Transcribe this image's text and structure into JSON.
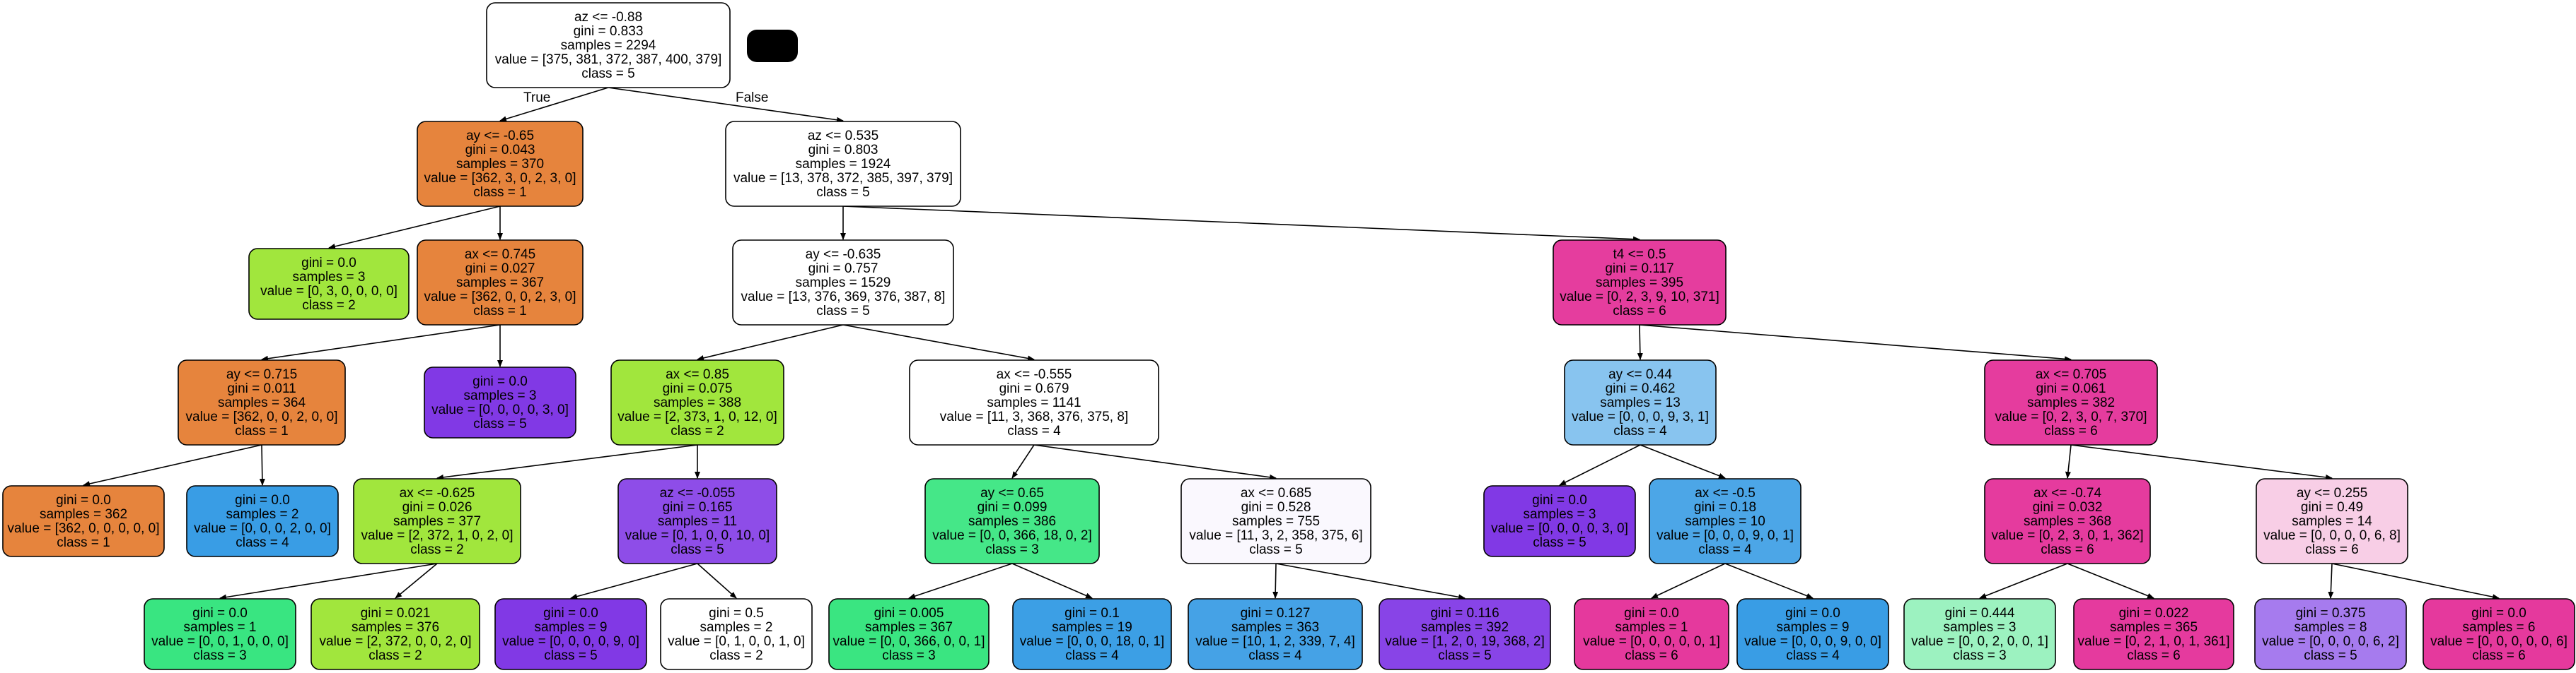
{
  "tree": {
    "nodes": [
      {
        "id": "n0",
        "color": "#ffffff",
        "lines": [
          "az <= -0.88",
          "gini = 0.833",
          "samples = 2294",
          "value = [375, 381, 372, 387, 400, 379]",
          "class = 5"
        ]
      },
      {
        "id": "n1",
        "color": "#e6843d",
        "lines": [
          "ay <= -0.65",
          "gini = 0.043",
          "samples = 370",
          "value = [362, 3, 0, 2, 3, 0]",
          "class = 1"
        ]
      },
      {
        "id": "n2",
        "color": "#a1e63d",
        "lines": [
          "gini = 0.0",
          "samples = 3",
          "value = [0, 3, 0, 0, 0, 0]",
          "class = 2"
        ]
      },
      {
        "id": "n3",
        "color": "#e6843d",
        "lines": [
          "ax <= 0.745",
          "gini = 0.027",
          "samples = 367",
          "value = [362, 0, 0, 2, 3, 0]",
          "class = 1"
        ]
      },
      {
        "id": "n4",
        "color": "#e6843d",
        "lines": [
          "ay <= 0.715",
          "gini = 0.011",
          "samples = 364",
          "value = [362, 0, 0, 2, 0, 0]",
          "class = 1"
        ]
      },
      {
        "id": "n5",
        "color": "#e6843d",
        "lines": [
          "gini = 0.0",
          "samples = 362",
          "value = [362, 0, 0, 0, 0, 0]",
          "class = 1"
        ]
      },
      {
        "id": "n6",
        "color": "#399de5",
        "lines": [
          "gini = 0.0",
          "samples = 2",
          "value = [0, 0, 0, 2, 0, 0]",
          "class = 4"
        ]
      },
      {
        "id": "n7",
        "color": "#8139e5",
        "lines": [
          "gini = 0.0",
          "samples = 3",
          "value = [0, 0, 0, 0, 3, 0]",
          "class = 5"
        ]
      },
      {
        "id": "n8",
        "color": "#ffffff",
        "lines": [
          "az <= 0.535",
          "gini = 0.803",
          "samples = 1924",
          "value = [13, 378, 372, 385, 397, 379]",
          "class = 5"
        ]
      },
      {
        "id": "n9",
        "color": "#ffffff",
        "lines": [
          "ay <= -0.635",
          "gini = 0.757",
          "samples = 1529",
          "value = [13, 376, 369, 376, 387, 8]",
          "class = 5"
        ]
      },
      {
        "id": "n10",
        "color": "#a1e63d",
        "lines": [
          "ax <= 0.85",
          "gini = 0.075",
          "samples = 388",
          "value = [2, 373, 1, 0, 12, 0]",
          "class = 2"
        ]
      },
      {
        "id": "n11",
        "color": "#a1e63d",
        "lines": [
          "ax <= -0.625",
          "gini = 0.026",
          "samples = 377",
          "value = [2, 372, 1, 0, 2, 0]",
          "class = 2"
        ]
      },
      {
        "id": "n12",
        "color": "#39e581",
        "lines": [
          "gini = 0.0",
          "samples = 1",
          "value = [0, 0, 1, 0, 0, 0]",
          "class = 3"
        ]
      },
      {
        "id": "n13",
        "color": "#a1e63d",
        "lines": [
          "gini = 0.021",
          "samples = 376",
          "value = [2, 372, 0, 0, 2, 0]",
          "class = 2"
        ]
      },
      {
        "id": "n14",
        "color": "#8e4de8",
        "lines": [
          "az <= -0.055",
          "gini = 0.165",
          "samples = 11",
          "value = [0, 1, 0, 0, 10, 0]",
          "class = 5"
        ]
      },
      {
        "id": "n15",
        "color": "#8139e5",
        "lines": [
          "gini = 0.0",
          "samples = 9",
          "value = [0, 0, 0, 0, 9, 0]",
          "class = 5"
        ]
      },
      {
        "id": "n16",
        "color": "#ffffff",
        "lines": [
          "gini = 0.5",
          "samples = 2",
          "value = [0, 1, 0, 0, 1, 0]",
          "class = 2"
        ]
      },
      {
        "id": "n17",
        "color": "#ffffff",
        "lines": [
          "ax <= -0.555",
          "gini = 0.679",
          "samples = 1141",
          "value = [11, 3, 368, 376, 375, 8]",
          "class = 4"
        ]
      },
      {
        "id": "n18",
        "color": "#45e788",
        "lines": [
          "ay <= 0.65",
          "gini = 0.099",
          "samples = 386",
          "value = [0, 0, 366, 18, 0, 2]",
          "class = 3"
        ]
      },
      {
        "id": "n19",
        "color": "#3ae581",
        "lines": [
          "gini = 0.005",
          "samples = 367",
          "value = [0, 0, 366, 0, 0, 1]",
          "class = 3"
        ]
      },
      {
        "id": "n20",
        "color": "#3c9fe5",
        "lines": [
          "gini = 0.1",
          "samples = 19",
          "value = [0, 0, 0, 18, 0, 1]",
          "class = 4"
        ]
      },
      {
        "id": "n21",
        "color": "#faf8fe",
        "lines": [
          "ax <= 0.685",
          "gini = 0.528",
          "samples = 755",
          "value = [11, 3, 2, 358, 375, 6]",
          "class = 5"
        ]
      },
      {
        "id": "n22",
        "color": "#45a2e6",
        "lines": [
          "gini = 0.127",
          "samples = 363",
          "value = [10, 1, 2, 339, 7, 4]",
          "class = 4"
        ]
      },
      {
        "id": "n23",
        "color": "#8844e7",
        "lines": [
          "gini = 0.116",
          "samples = 392",
          "value = [1, 2, 0, 19, 368, 2]",
          "class = 5"
        ]
      },
      {
        "id": "n24",
        "color": "#e53d9e",
        "lines": [
          "t4 <= 0.5",
          "gini = 0.117",
          "samples = 395",
          "value = [0, 2, 3, 9, 10, 371]",
          "class = 6"
        ]
      },
      {
        "id": "n25",
        "color": "#88c4ef",
        "lines": [
          "ay <= 0.44",
          "gini = 0.462",
          "samples = 13",
          "value = [0, 0, 0, 9, 3, 1]",
          "class = 4"
        ]
      },
      {
        "id": "n26",
        "color": "#8139e5",
        "lines": [
          "gini = 0.0",
          "samples = 3",
          "value = [0, 0, 0, 0, 3, 0]",
          "class = 5"
        ]
      },
      {
        "id": "n27",
        "color": "#4ca6e7",
        "lines": [
          "ax <= -0.5",
          "gini = 0.18",
          "samples = 10",
          "value = [0, 0, 0, 9, 0, 1]",
          "class = 4"
        ]
      },
      {
        "id": "n28",
        "color": "#e5399d",
        "lines": [
          "gini = 0.0",
          "samples = 1",
          "value = [0, 0, 0, 0, 0, 1]",
          "class = 6"
        ]
      },
      {
        "id": "n29",
        "color": "#399de5",
        "lines": [
          "gini = 0.0",
          "samples = 9",
          "value = [0, 0, 0, 9, 0, 0]",
          "class = 4"
        ]
      },
      {
        "id": "n30",
        "color": "#e53c9e",
        "lines": [
          "ax <= 0.705",
          "gini = 0.061",
          "samples = 382",
          "value = [0, 2, 3, 0, 7, 370]",
          "class = 6"
        ]
      },
      {
        "id": "n31",
        "color": "#e53b9e",
        "lines": [
          "ax <= -0.74",
          "gini = 0.032",
          "samples = 368",
          "value = [0, 2, 3, 0, 1, 362]",
          "class = 6"
        ]
      },
      {
        "id": "n32",
        "color": "#9cf2c0",
        "lines": [
          "gini = 0.444",
          "samples = 3",
          "value = [0, 0, 2, 0, 0, 1]",
          "class = 3"
        ]
      },
      {
        "id": "n33",
        "color": "#e53a9e",
        "lines": [
          "gini = 0.022",
          "samples = 365",
          "value = [0, 2, 1, 0, 1, 361]",
          "class = 6"
        ]
      },
      {
        "id": "n34",
        "color": "#f8cee6",
        "lines": [
          "ay <= 0.255",
          "gini = 0.49",
          "samples = 14",
          "value = [0, 0, 0, 0, 6, 8]",
          "class = 6"
        ]
      },
      {
        "id": "n35",
        "color": "#a67bee",
        "lines": [
          "gini = 0.375",
          "samples = 8",
          "value = [0, 0, 0, 0, 6, 2]",
          "class = 5"
        ]
      },
      {
        "id": "n36",
        "color": "#e5399d",
        "lines": [
          "gini = 0.0",
          "samples = 6",
          "value = [0, 0, 0, 0, 0, 6]",
          "class = 6"
        ]
      }
    ],
    "edges": [
      {
        "from": "n0",
        "to": "n1",
        "label": "True"
      },
      {
        "from": "n0",
        "to": "n8",
        "label": "False"
      },
      {
        "from": "n1",
        "to": "n2"
      },
      {
        "from": "n1",
        "to": "n3"
      },
      {
        "from": "n3",
        "to": "n4"
      },
      {
        "from": "n3",
        "to": "n7"
      },
      {
        "from": "n4",
        "to": "n5"
      },
      {
        "from": "n4",
        "to": "n6"
      },
      {
        "from": "n8",
        "to": "n9"
      },
      {
        "from": "n8",
        "to": "n24"
      },
      {
        "from": "n9",
        "to": "n10"
      },
      {
        "from": "n9",
        "to": "n17"
      },
      {
        "from": "n10",
        "to": "n11"
      },
      {
        "from": "n10",
        "to": "n14"
      },
      {
        "from": "n11",
        "to": "n12"
      },
      {
        "from": "n11",
        "to": "n13"
      },
      {
        "from": "n14",
        "to": "n15"
      },
      {
        "from": "n14",
        "to": "n16"
      },
      {
        "from": "n17",
        "to": "n18"
      },
      {
        "from": "n17",
        "to": "n21"
      },
      {
        "from": "n18",
        "to": "n19"
      },
      {
        "from": "n18",
        "to": "n20"
      },
      {
        "from": "n21",
        "to": "n22"
      },
      {
        "from": "n21",
        "to": "n23"
      },
      {
        "from": "n24",
        "to": "n25"
      },
      {
        "from": "n24",
        "to": "n30"
      },
      {
        "from": "n25",
        "to": "n26"
      },
      {
        "from": "n25",
        "to": "n27"
      },
      {
        "from": "n27",
        "to": "n28"
      },
      {
        "from": "n27",
        "to": "n29"
      },
      {
        "from": "n30",
        "to": "n31"
      },
      {
        "from": "n30",
        "to": "n34"
      },
      {
        "from": "n31",
        "to": "n32"
      },
      {
        "from": "n31",
        "to": "n33"
      },
      {
        "from": "n34",
        "to": "n35"
      },
      {
        "from": "n34",
        "to": "n36"
      }
    ]
  }
}
